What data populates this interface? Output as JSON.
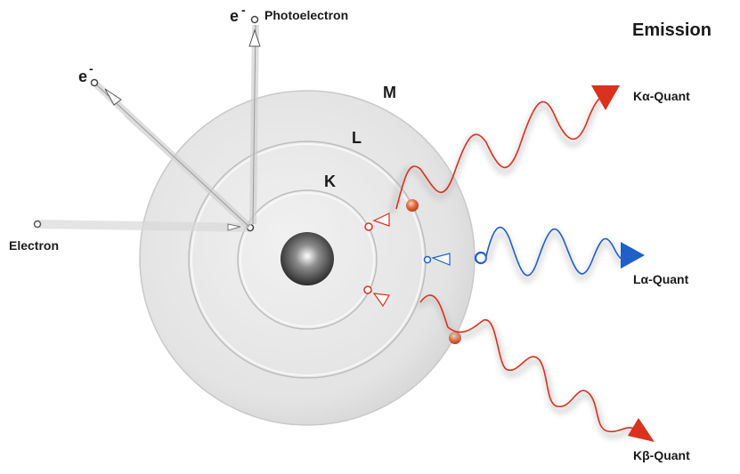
{
  "diagram": {
    "title": "Emission",
    "shells": {
      "k": "K",
      "l": "L",
      "m": "M"
    },
    "labels": {
      "incoming_electron": "Electron",
      "photoelectron": "Photoelectron",
      "electron_symbol_top": "e",
      "electron_symbol_left": "e",
      "minus_top": "-",
      "minus_left": "-"
    },
    "quanta": {
      "k_alpha": "Kα-Quant",
      "l_alpha": "Lα-Quant",
      "k_beta": "Kβ-Quant"
    },
    "colors": {
      "k_series": "#d9321f",
      "l_series": "#1f5fc8",
      "atom_disc": "#e6e6e6",
      "nucleus": "#3a3a3a"
    }
  }
}
